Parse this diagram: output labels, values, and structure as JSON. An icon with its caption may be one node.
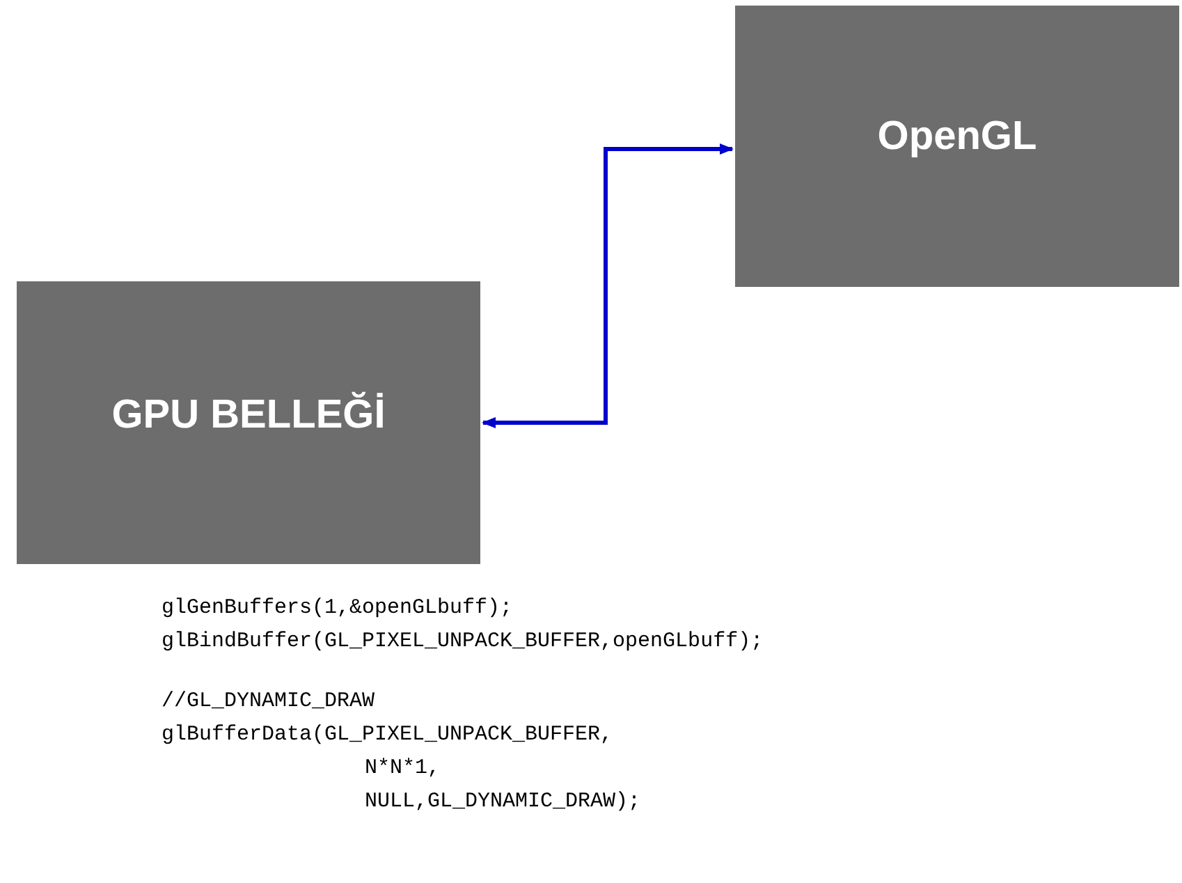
{
  "diagram": {
    "nodes": [
      {
        "text": [
          "OpenGL"
        ]
      },
      {
        "text": [
          "GPU BELLEĞİ"
        ]
      }
    ],
    "edges": [
      {
        "from": 1,
        "to": 0,
        "arrow": "both",
        "color": "#0000cc"
      }
    ],
    "labels": [
      "glGenBuffers(1,&openGLbuff);",
      "glBindBuffer(GL_PIXEL_UNPACK_BUFFER,openGLbuff);",
      "//GL_DYNAMIC_DRAW",
      "glBufferData(GL_PIXEL_UNPACK_BUFFER,",
      "N*N*1,",
      "NULL,GL_DYNAMIC_DRAW);"
    ]
  }
}
